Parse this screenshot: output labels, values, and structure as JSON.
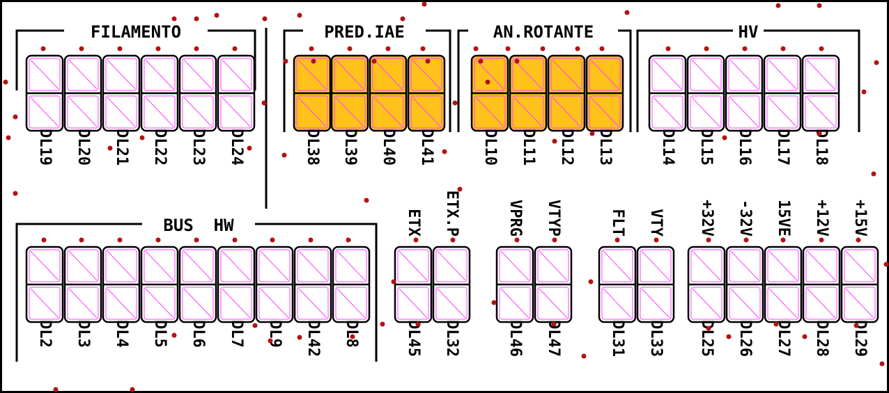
{
  "colors": {
    "on": "#ffc21a",
    "off": "#ffffff",
    "outline": "#000000",
    "inner": "#ff40ff",
    "dot": "#b31212"
  },
  "groups": [
    {
      "id": "filamento",
      "title": "FILAMENTO",
      "frame": "top",
      "leds": [
        {
          "label": "DL19",
          "lit": false
        },
        {
          "label": "DL20",
          "lit": false
        },
        {
          "label": "DL21",
          "lit": false
        },
        {
          "label": "DL22",
          "lit": false
        },
        {
          "label": "DL23",
          "lit": false
        },
        {
          "label": "DL24",
          "lit": false
        }
      ]
    },
    {
      "id": "pred-iae",
      "title": "PRED.IAE",
      "frame": "top",
      "leds": [
        {
          "label": "DL38",
          "lit": true
        },
        {
          "label": "DL39",
          "lit": true
        },
        {
          "label": "DL40",
          "lit": true
        },
        {
          "label": "DL41",
          "lit": true
        }
      ]
    },
    {
      "id": "an-rotante",
      "title": "AN.ROTANTE",
      "frame": "top",
      "leds": [
        {
          "label": "DL10",
          "lit": true
        },
        {
          "label": "DL11",
          "lit": true
        },
        {
          "label": "DL12",
          "lit": true
        },
        {
          "label": "DL13",
          "lit": true
        }
      ]
    },
    {
      "id": "hv",
      "title": "HV",
      "frame": "top",
      "leds": [
        {
          "label": "DL14",
          "lit": false
        },
        {
          "label": "DL15",
          "lit": false
        },
        {
          "label": "DL16",
          "lit": false
        },
        {
          "label": "DL17",
          "lit": false
        },
        {
          "label": "DL18",
          "lit": false
        }
      ]
    },
    {
      "id": "bus-hw",
      "title": "BUS  HW",
      "frame": "bottom",
      "leds": [
        {
          "label": "DL2",
          "lit": false
        },
        {
          "label": "DL3",
          "lit": false
        },
        {
          "label": "DL4",
          "lit": false
        },
        {
          "label": "DL5",
          "lit": false
        },
        {
          "label": "DL6",
          "lit": false
        },
        {
          "label": "DL7",
          "lit": false
        },
        {
          "label": "DL9",
          "lit": false
        },
        {
          "label": "DL42",
          "lit": false
        },
        {
          "label": "DL8",
          "lit": false
        }
      ]
    },
    {
      "id": "etx",
      "title": "",
      "frame": "none",
      "leds": [
        {
          "label": "DL45",
          "lit": false,
          "signal": "ETX"
        },
        {
          "label": "DL32",
          "lit": false,
          "signal": "ETX.P"
        }
      ]
    },
    {
      "id": "vprg",
      "title": "",
      "frame": "none",
      "leds": [
        {
          "label": "DL46",
          "lit": false,
          "signal": "VPRG"
        },
        {
          "label": "DL47",
          "lit": false,
          "signal": "VTYP"
        }
      ]
    },
    {
      "id": "flt",
      "title": "",
      "frame": "none",
      "leds": [
        {
          "label": "DL31",
          "lit": false,
          "signal": "FLT"
        },
        {
          "label": "DL33",
          "lit": false,
          "signal": "VTY"
        }
      ]
    },
    {
      "id": "supply",
      "title": "",
      "frame": "none",
      "leds": [
        {
          "label": "DL25",
          "lit": false,
          "signal": "+32V"
        },
        {
          "label": "DL26",
          "lit": false,
          "signal": "-32V"
        },
        {
          "label": "DL27",
          "lit": false,
          "signal": "15VE"
        },
        {
          "label": "DL28",
          "lit": false,
          "signal": "+12V"
        },
        {
          "label": "DL29",
          "lit": false,
          "signal": "+15V"
        }
      ]
    }
  ]
}
